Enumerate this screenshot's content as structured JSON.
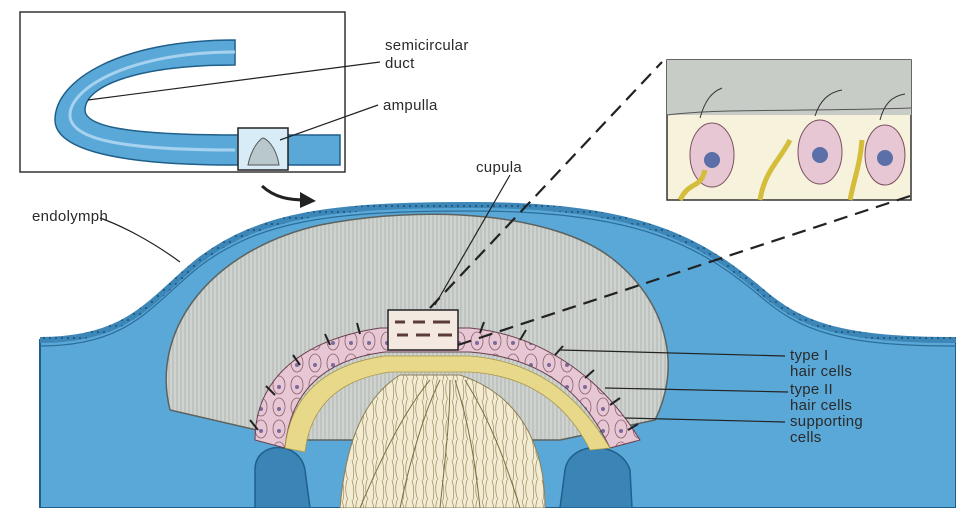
{
  "labels": {
    "semicircular_line1": "semicircular",
    "semicircular_line2": "duct",
    "ampulla": "ampulla",
    "cupula": "cupula",
    "endolymph": "endolymph",
    "type1_line1": "type I",
    "type1_line2": "hair cells",
    "type2_line1": "type II",
    "type2_line2": "hair cells",
    "supporting_line1": "supporting",
    "supporting_line2": "cells"
  },
  "colors": {
    "endolymph": "#5aa7d6",
    "endolymph_dark": "#2f7fb1",
    "cupula": "#c9cdc9",
    "hair_cell_pink": "#e9c8d4",
    "supporting_yellow": "#e8dc8a",
    "nerve": "#efe6c8",
    "outline": "#333333"
  }
}
